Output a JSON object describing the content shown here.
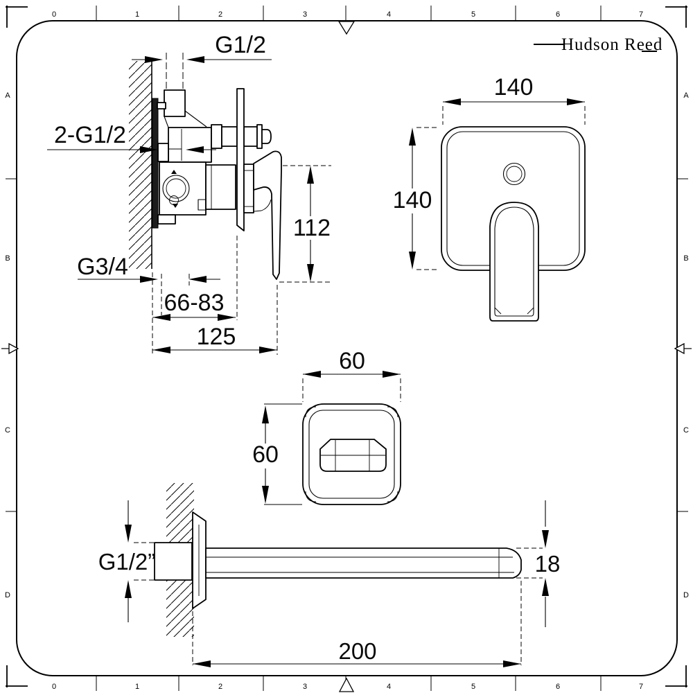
{
  "colors": {
    "ink": "#000000",
    "background": "#ffffff"
  },
  "brand": {
    "logo_text": "Hudson Reed"
  },
  "frame": {
    "ruler_numbers": [
      "0",
      "1",
      "2",
      "3",
      "4",
      "5",
      "6",
      "7"
    ],
    "zone_letters": [
      "A",
      "B",
      "C",
      "D"
    ]
  },
  "valve_side_view": {
    "description": "concealed shower mixer valve, side section on wall",
    "top_outlet_thread": "G1/2",
    "inlet_threads": "2-G1/2",
    "bottom_outlet_thread": "G3/4",
    "handle_height_mm": "112",
    "recess_depth_range_mm": "66-83",
    "overall_depth_mm": "125"
  },
  "plate_front_view": {
    "description": "square wall plate with diverter button and lever handle",
    "width_mm": "140",
    "height_mm": "140"
  },
  "spout_escutcheon_front_view": {
    "description": "square spout escutcheon front view",
    "width_mm": "60",
    "height_mm": "60"
  },
  "spout_side_view": {
    "description": "wall mounted bath spout side view",
    "inlet_thread": "G1/2”",
    "spout_height_mm": "18",
    "spout_length_mm": "200"
  }
}
